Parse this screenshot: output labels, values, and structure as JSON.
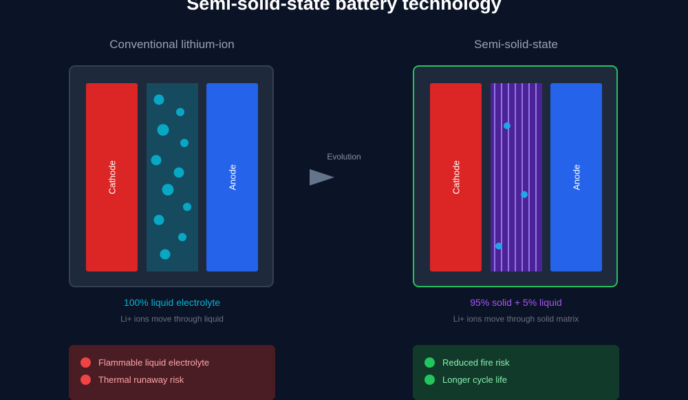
{
  "title": "Semi-solid-state battery technology",
  "left_panel": {
    "heading": "Conventional lithium-ion",
    "cathode_label": "Cathode",
    "anode_label": "Anode",
    "electrolyte_caption": "100% liquid electrolyte",
    "ion_caption": "Li+ ions move through liquid",
    "issues": [
      "Flammable liquid electrolyte",
      "Thermal runaway risk"
    ]
  },
  "right_panel": {
    "heading": "Semi-solid-state",
    "cathode_label": "Cathode",
    "anode_label": "Anode",
    "electrolyte_caption": "95% solid + 5% liquid",
    "ion_caption": "Li+ ions move through solid matrix",
    "benefits": [
      "Reduced fire risk",
      "Longer cycle life"
    ]
  },
  "transition": {
    "label": "Evolution"
  },
  "colors": {
    "cathode": "#dc2626",
    "anode": "#2563eb",
    "liquid_ions": "#06b6d4",
    "solid_matrix": "#7c3aed",
    "liquid_caption": "#06b6d4",
    "solid_caption": "#a855f7",
    "bad": "#ef4444",
    "good": "#22c55e"
  }
}
